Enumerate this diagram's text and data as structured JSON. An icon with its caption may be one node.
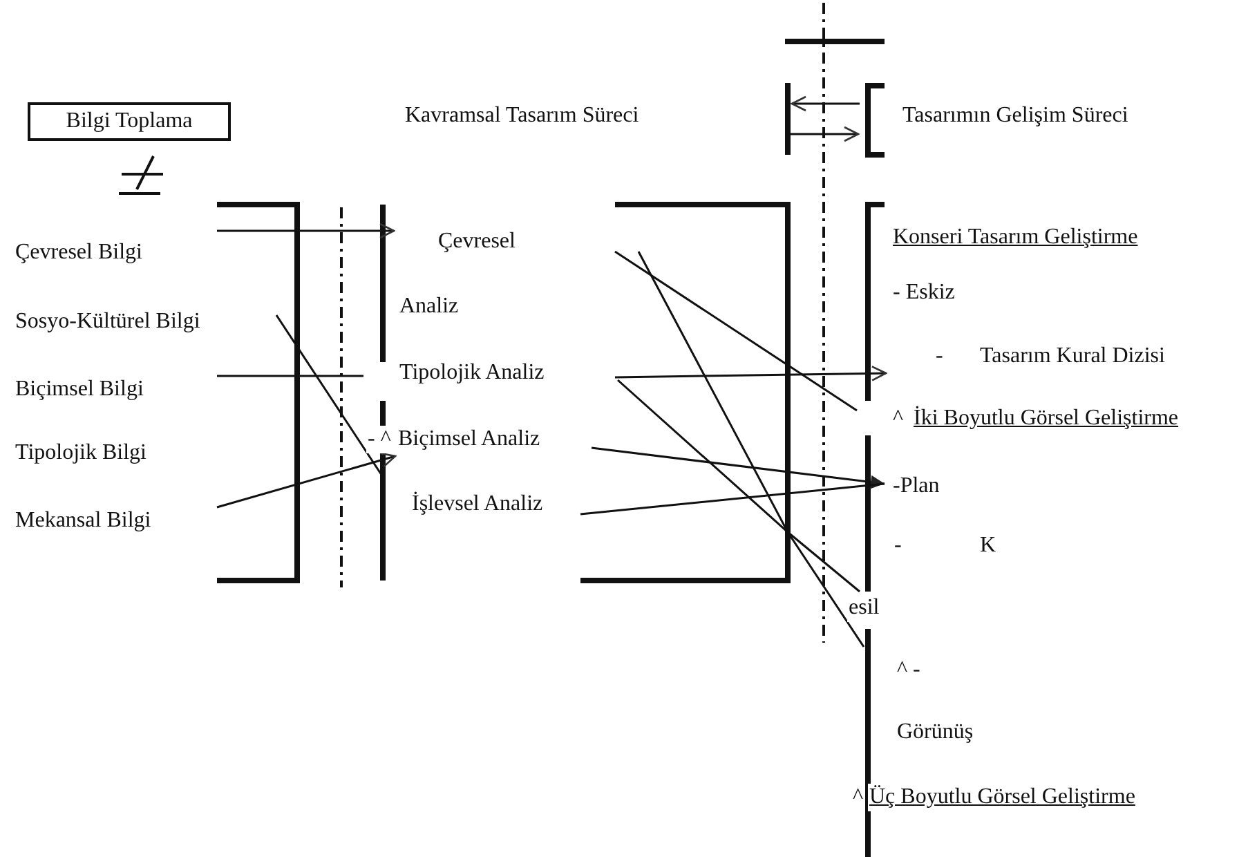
{
  "diagram": {
    "nodes": [
      {
        "text": [
          "Bilgi Toplama"
        ]
      }
    ],
    "labels": [
      "Kavramsal Tasarım Süreci",
      "Tasarımın Gelişim Süreci",
      "Çevresel Bilgi",
      "Çevresel",
      "Konseri Tasarım Geliştirme",
      "Sosyo-Kültürel Bilgi",
      "Analiz",
      "- Eskiz",
      "Biçimsel Bilgi",
      "Tipolojik Analiz",
      "-",
      "Tasarım Kural Dizisi",
      "^",
      "İki Boyutlu Görsel Geliştirme",
      "Tipolojik Bilgi",
      "- ^",
      "Biçimsel Analiz",
      "-Plan",
      "Mekansal Bilgi",
      "İşlevsel Analiz",
      "-",
      "K",
      "esil",
      "^ -",
      "Görünüş",
      "^",
      "Üç Boyutlu Görsel Geliştirme"
    ]
  }
}
